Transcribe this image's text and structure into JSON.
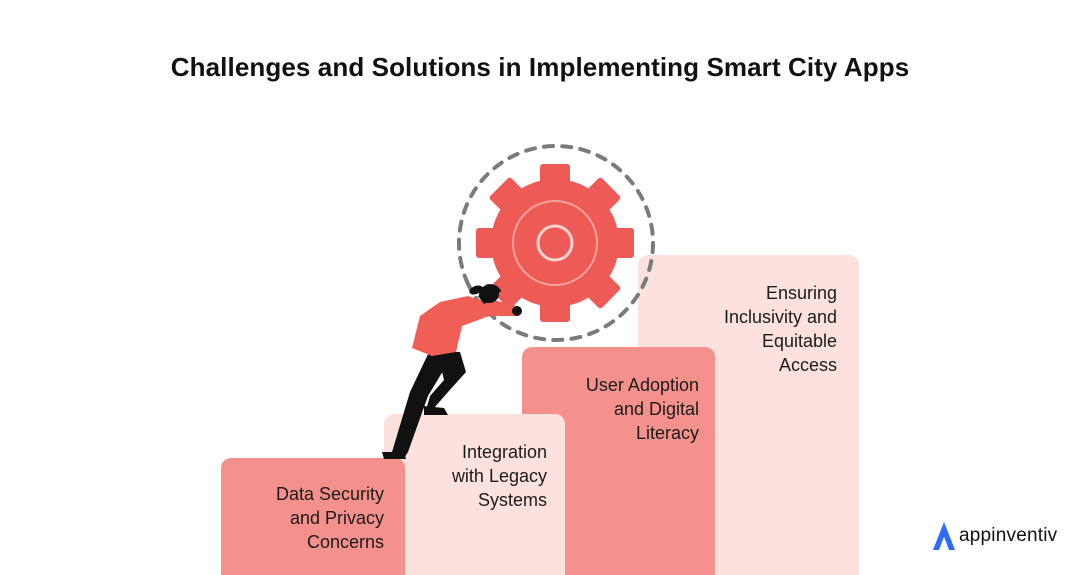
{
  "title": "Challenges and Solutions in Implementing Smart City Apps",
  "steps": [
    {
      "label": "Data Security and Privacy Concerns"
    },
    {
      "label": "Integration with Legacy Systems"
    },
    {
      "label": "User Adoption and Digital Literacy"
    },
    {
      "label": "Ensuring Inclusivity and Equitable Access"
    }
  ],
  "steps_lines": [
    [
      "Data Security",
      "and Privacy",
      "Concerns"
    ],
    [
      "Integration",
      "with Legacy",
      "Systems"
    ],
    [
      "User Adoption",
      "and Digital",
      "Literacy"
    ],
    [
      "Ensuring",
      "Inclusivity and",
      "Equitable",
      "Access"
    ]
  ],
  "colors": {
    "step_dark": "#f4918c",
    "step_light": "#fde1de",
    "gear": "#ee5a55",
    "shirt": "#ef5f56",
    "dash": "#7b7b7b",
    "logo_blue": "#2f6cf6"
  },
  "icons": [
    "gear-icon",
    "climbing-person-figure",
    "appinventiv-logo-icon"
  ],
  "logo": {
    "text": "appinventiv"
  }
}
